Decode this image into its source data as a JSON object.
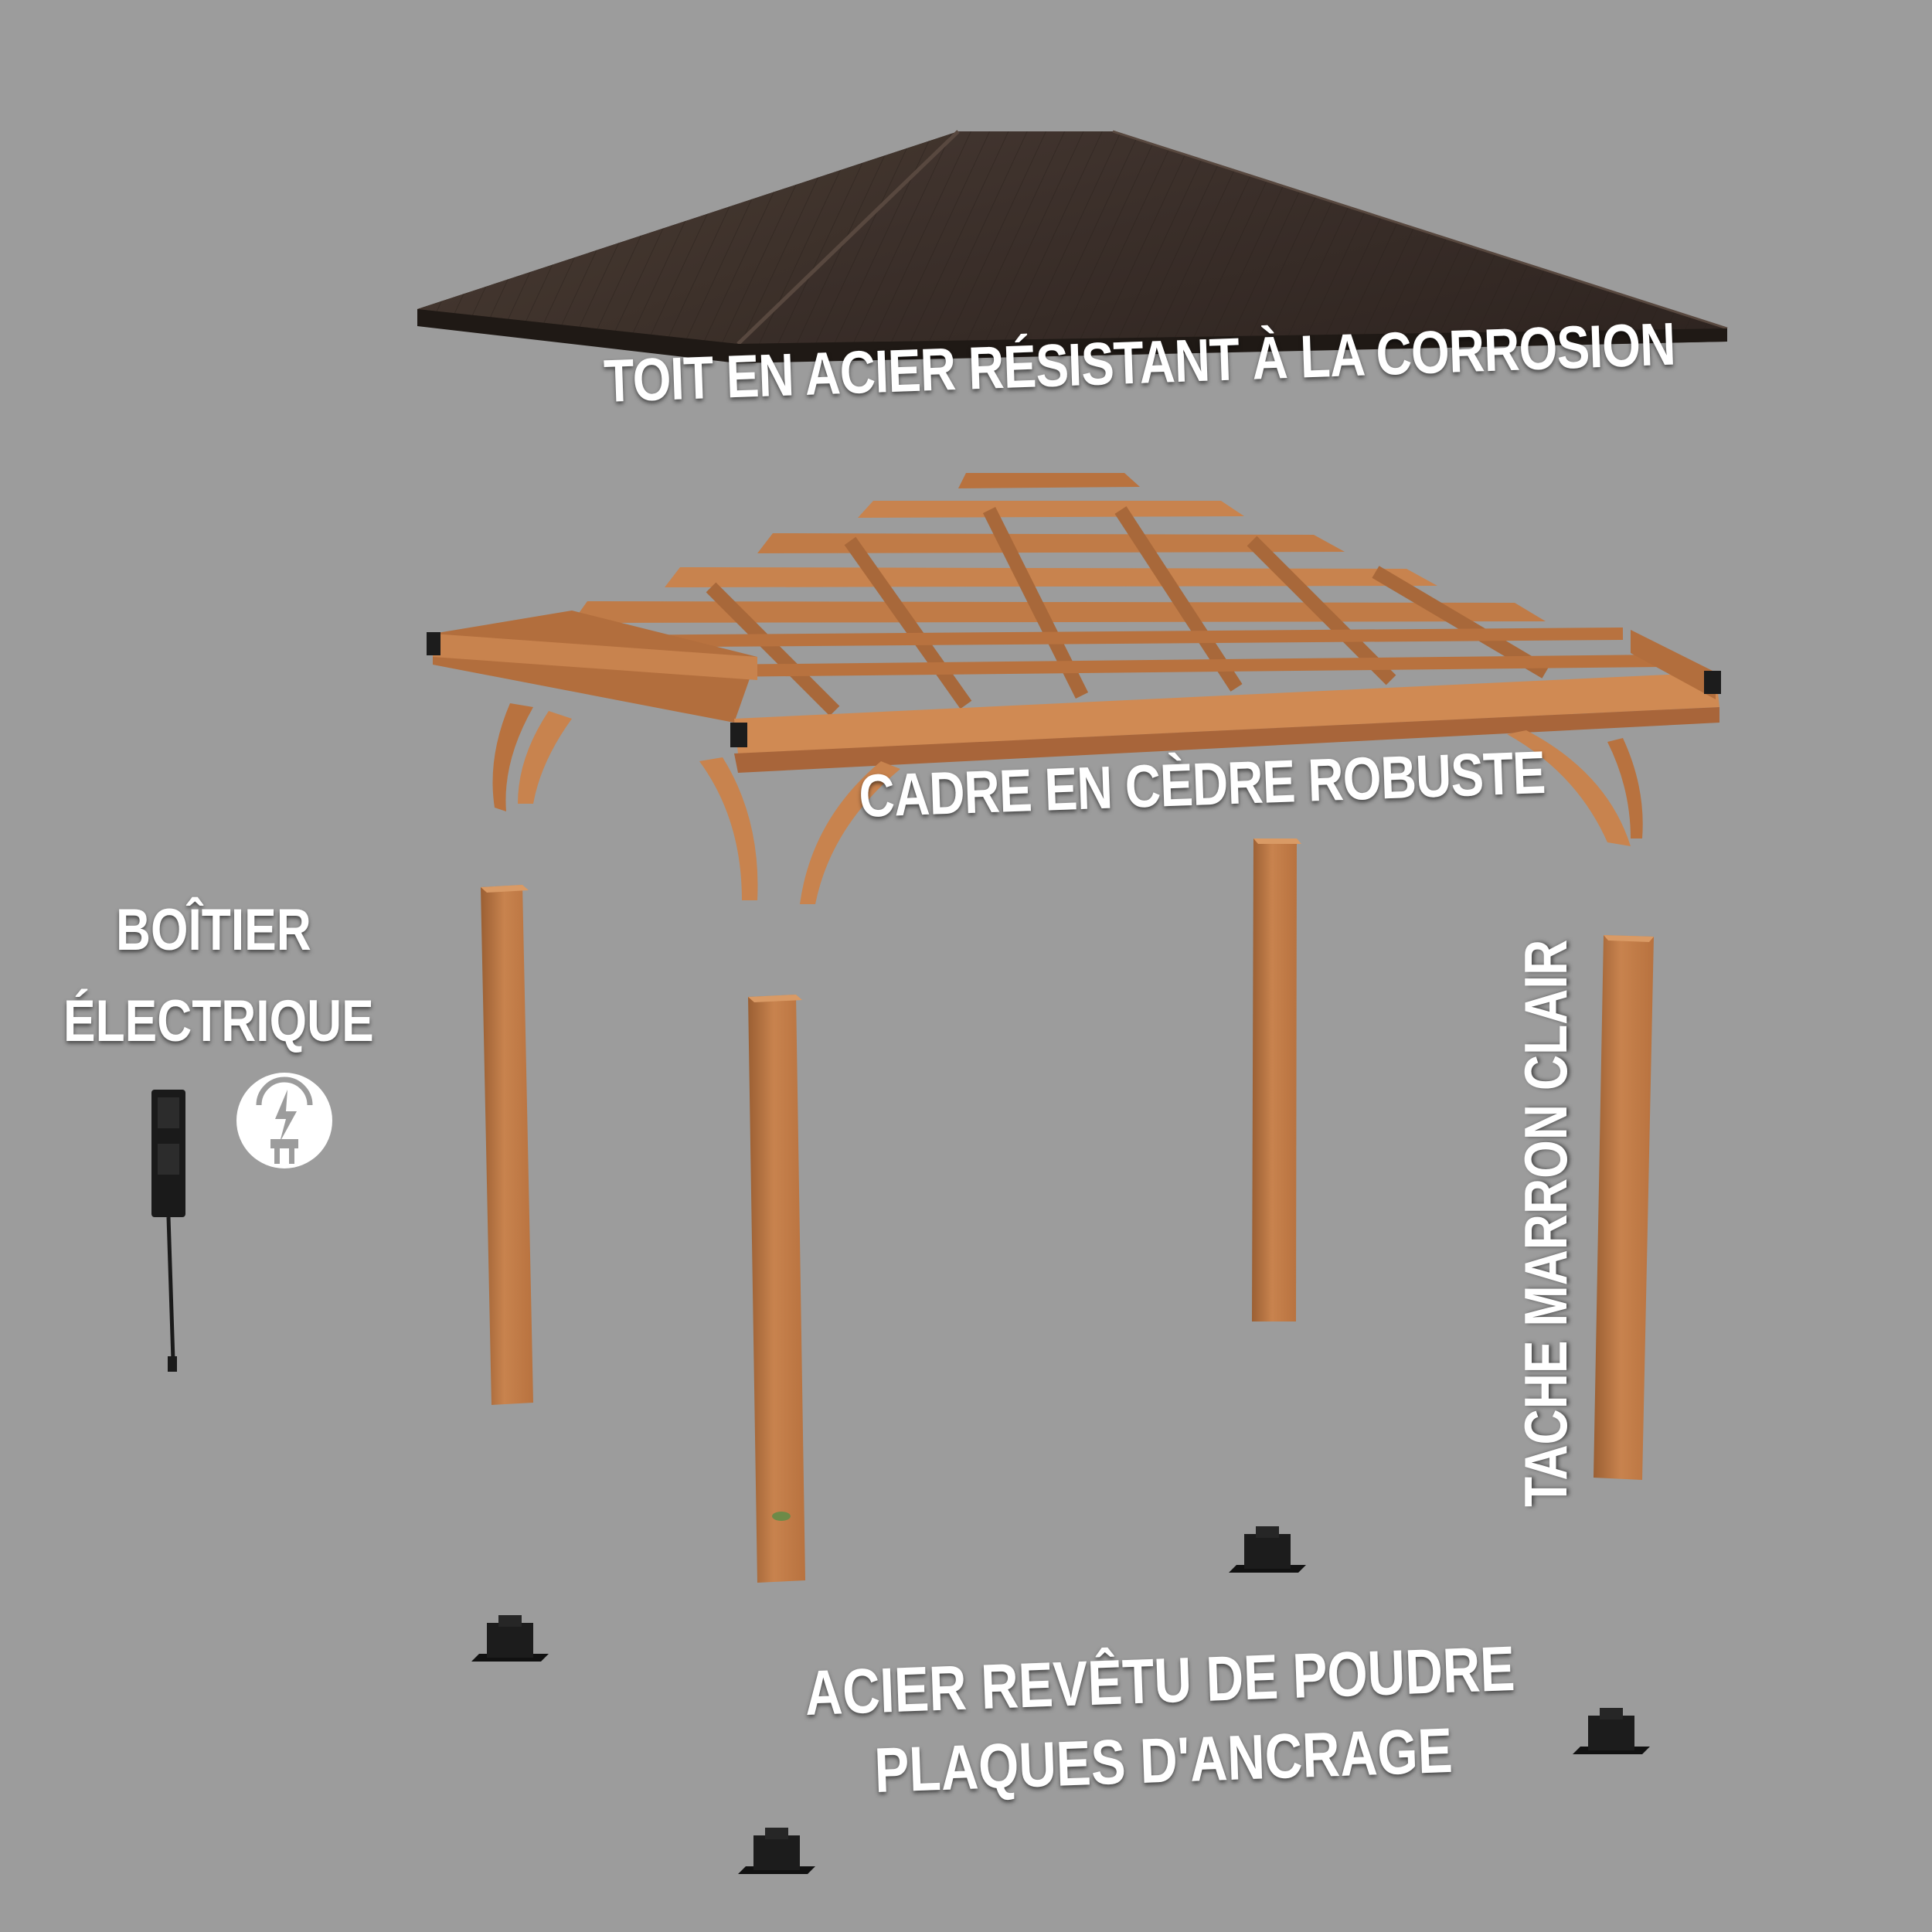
{
  "labels": {
    "roof": "TOIT EN ACIER RÉSISTANT À LA CORROSION",
    "frame": "CADRE EN CÈDRE ROBUSTE",
    "electrical_box_line1": "BOÎTIER",
    "electrical_box_line2": "ÉLECTRIQUE",
    "stain": "TACHE MARRON CLAIR",
    "anchor_line1": "ACIER REVÊTU DE POUDRE",
    "anchor_line2": "PLAQUES D'ANCRAGE"
  },
  "icons": {
    "electrical": "power-plug-icon"
  },
  "colors": {
    "background": "#9c9c9c",
    "roof": "#3d312b",
    "cedar": "#c8834e",
    "hardware": "#1c1c1c",
    "text": "#ffffff"
  }
}
